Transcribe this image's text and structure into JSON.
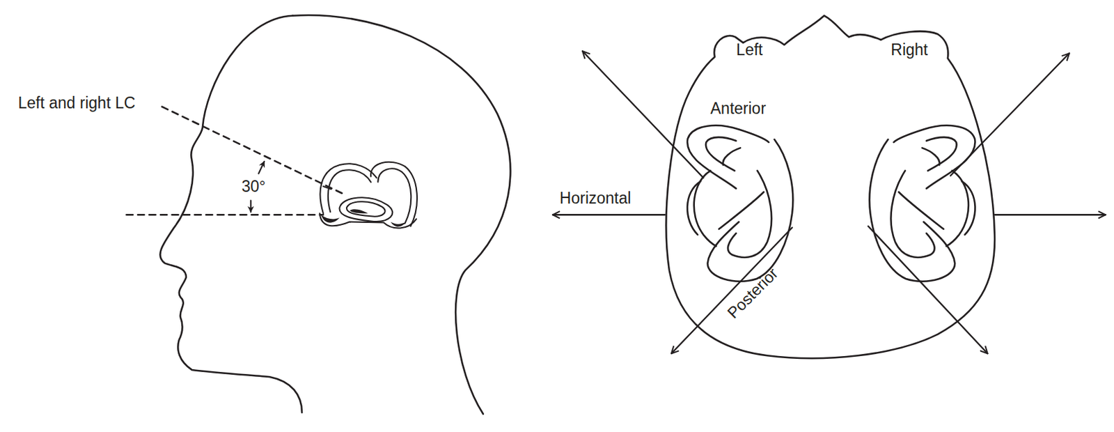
{
  "diagram": {
    "labels": [
      "Left and right LC",
      "30°",
      "Left",
      "Right",
      "Anterior",
      "Horizontal",
      "Posterior"
    ]
  }
}
